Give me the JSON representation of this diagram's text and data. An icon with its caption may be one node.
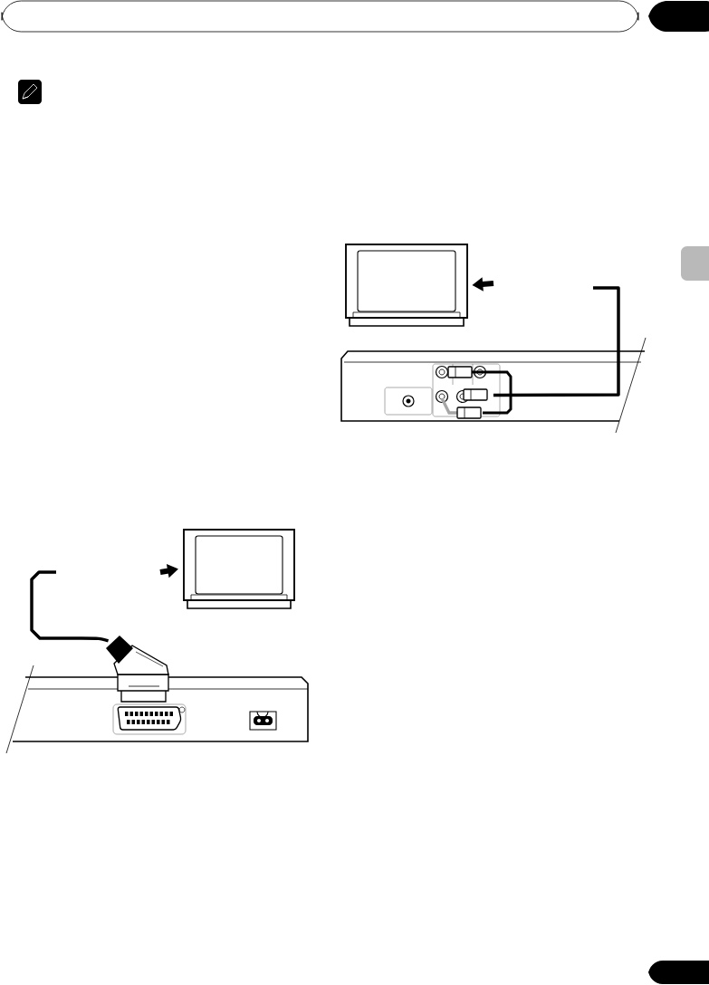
{
  "diagram": {
    "nodes": [
      {
        "text": [],
        "shape": "television"
      },
      {
        "text": [],
        "shape": "player"
      },
      {
        "text": [],
        "shape": "television"
      },
      {
        "text": [],
        "shape": "player"
      }
    ],
    "edges": [
      {
        "from": null,
        "to": 0,
        "arrow": "to"
      },
      {
        "from": 1,
        "to": null,
        "arrow": "none"
      },
      {
        "from": null,
        "to": 2,
        "arrow": "to"
      },
      {
        "from": 3,
        "to": null,
        "arrow": "none"
      }
    ]
  }
}
